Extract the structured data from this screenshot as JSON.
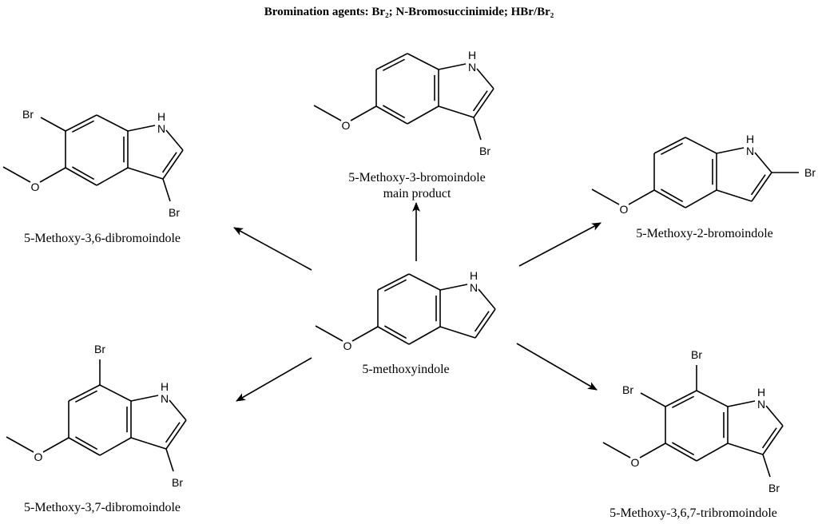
{
  "title": "Bromination agents: Br₂; N-Bromosuccinimide; HBr/Br₂",
  "atom_labels": {
    "br": "Br",
    "o": "O",
    "n": "N",
    "h": "H"
  },
  "molecules": [
    {
      "id": "center",
      "name": "5-methoxyindole",
      "note": "",
      "bromines": []
    },
    {
      "id": "top",
      "name": "5-Methoxy-3-bromoindole",
      "note": "main product",
      "bromines": [
        "3"
      ]
    },
    {
      "id": "left-top",
      "name": "5-Methoxy-3,6-dibromoindole",
      "note": "",
      "bromines": [
        "3",
        "6"
      ]
    },
    {
      "id": "right",
      "name": "5-Methoxy-2-bromoindole",
      "note": "",
      "bromines": [
        "2"
      ]
    },
    {
      "id": "left-bottom",
      "name": "5-Methoxy-3,7-dibromoindole",
      "note": "",
      "bromines": [
        "3",
        "7"
      ]
    },
    {
      "id": "right-bottom",
      "name": "5-Methoxy-3,6,7-tribromoindole",
      "note": "",
      "bromines": [
        "3",
        "6",
        "7"
      ]
    }
  ]
}
